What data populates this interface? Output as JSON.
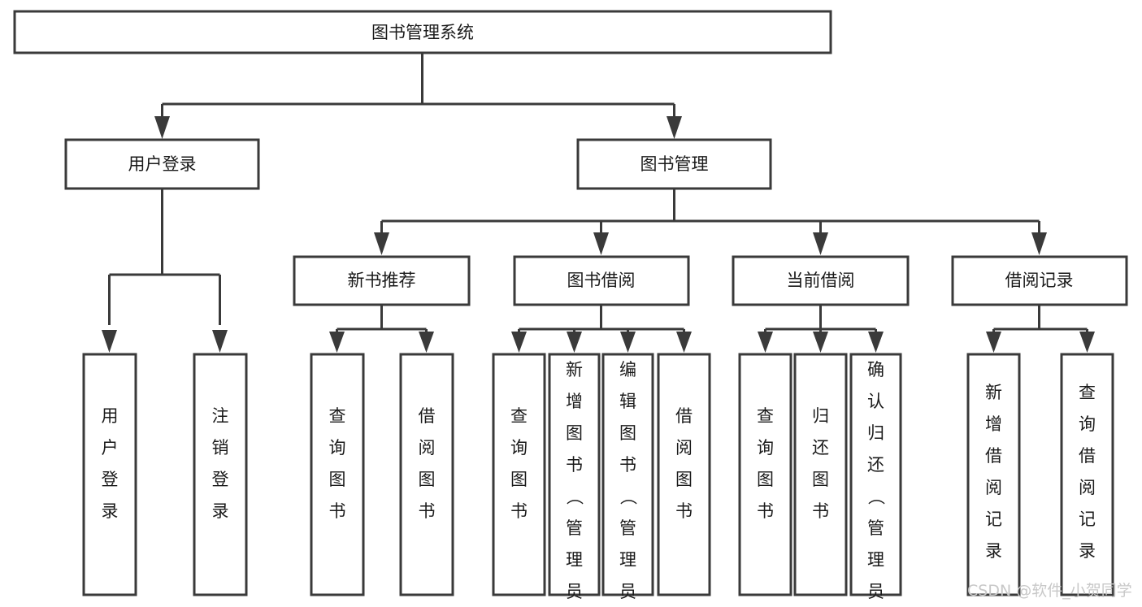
{
  "diagram": {
    "type": "tree-hierarchy",
    "title_node": {
      "label": "图书管理系统"
    },
    "level2": [
      {
        "label": "用户登录"
      },
      {
        "label": "图书管理"
      }
    ],
    "level3": [
      {
        "label": "新书推荐"
      },
      {
        "label": "图书借阅"
      },
      {
        "label": "当前借阅"
      },
      {
        "label": "借阅记录"
      }
    ],
    "leaves": {
      "user_login": [
        {
          "label": "用户登录"
        },
        {
          "label": "注销登录"
        }
      ],
      "new_book_recommend": [
        {
          "label": "查询图书"
        },
        {
          "label": "借阅图书"
        }
      ],
      "book_borrow": [
        {
          "label": "查询图书"
        },
        {
          "label": "新增图书（管理员）"
        },
        {
          "label": "编辑图书（管理员）"
        },
        {
          "label": "借阅图书"
        }
      ],
      "current_borrow": [
        {
          "label": "查询图书"
        },
        {
          "label": "归还图书"
        },
        {
          "label": "确认归还（管理员）"
        }
      ],
      "borrow_record": [
        {
          "label": "新增借阅记录"
        },
        {
          "label": "查询借阅记录"
        }
      ]
    },
    "watermark": "CSDN @软件_小贺同学",
    "colors": {
      "box_stroke": "#3a3a3a",
      "box_fill": "#ffffff",
      "text": "#1a1a1a",
      "watermark": "#c8c8c8",
      "background": "#ffffff"
    }
  }
}
